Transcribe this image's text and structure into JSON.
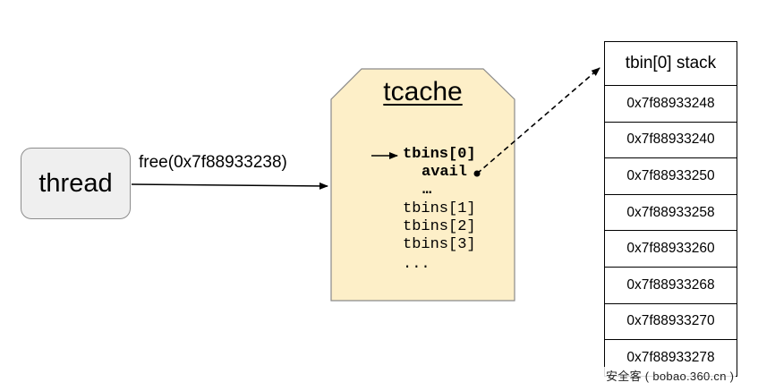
{
  "thread": {
    "label": "thread"
  },
  "call": {
    "label": "free(0x7f88933238)"
  },
  "tcache": {
    "title": "tcache",
    "pointer_target": "tbins[0]",
    "avail": "avail",
    "inner_ellipsis": "…",
    "entries": [
      "tbins[1]",
      "tbins[2]",
      "tbins[3]"
    ],
    "trailing_ellipsis": "..."
  },
  "stack": {
    "header": "tbin[0] stack",
    "addresses": [
      "0x7f88933248",
      "0x7f88933240",
      "0x7f88933250",
      "0x7f88933258",
      "0x7f88933260",
      "0x7f88933268",
      "0x7f88933270",
      "0x7f88933278"
    ]
  },
  "watermark": {
    "text": "安全客 ( bobao.360.cn )"
  },
  "colors": {
    "thread_fill": "#efefef",
    "thread_border": "#8c8c8c",
    "tcache_fill": "#fdefc8",
    "tcache_border": "#8a8a8a",
    "line": "#000000"
  }
}
